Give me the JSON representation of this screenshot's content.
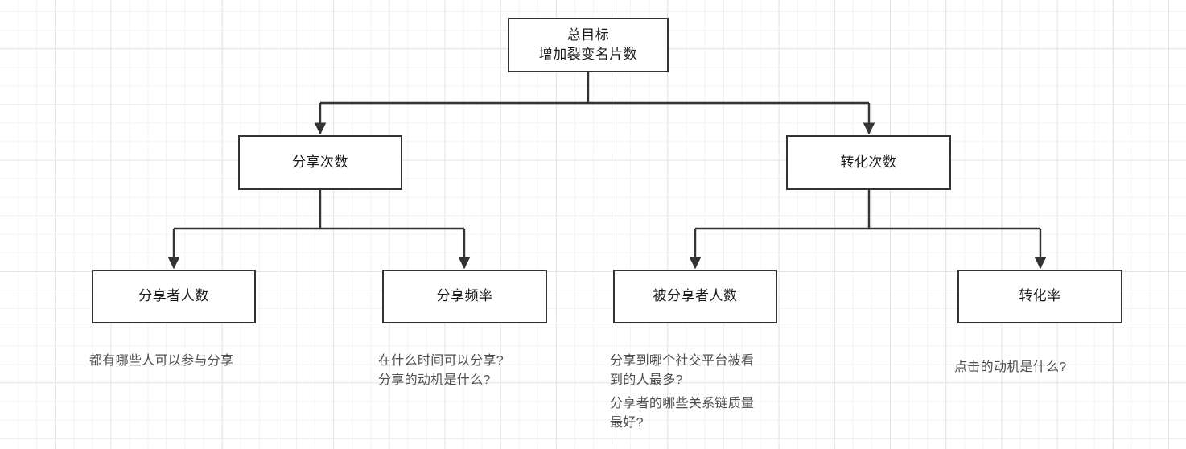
{
  "diagram": {
    "type": "metric-decomposition-tree",
    "background": "graph-paper-grid",
    "colors": {
      "node_border": "#333333",
      "node_fill": "#ffffff",
      "node_text": "#1a1a1a",
      "caption_text": "#4d4d4d",
      "edge": "#333333",
      "grid_minor": "#f3f3f3",
      "grid_major": "#e3e3e3"
    },
    "root": {
      "label": "总目标\n增加裂变名片数"
    },
    "level2": [
      {
        "label": "分享次数"
      },
      {
        "label": "转化次数"
      }
    ],
    "level3": [
      {
        "label": "分享者人数"
      },
      {
        "label": "分享频率"
      },
      {
        "label": "被分享者人数"
      },
      {
        "label": "转化率"
      }
    ],
    "captions": [
      {
        "text": "都有哪些人可以参与分享"
      },
      {
        "text": "在什么时间可以分享?\n分享的动机是什么?"
      },
      {
        "text": "分享到哪个社交平台被看\n到的人最多?"
      },
      {
        "text": "分享者的哪些关系链质量\n最好?"
      },
      {
        "text": "点击的动机是什么?"
      }
    ]
  }
}
